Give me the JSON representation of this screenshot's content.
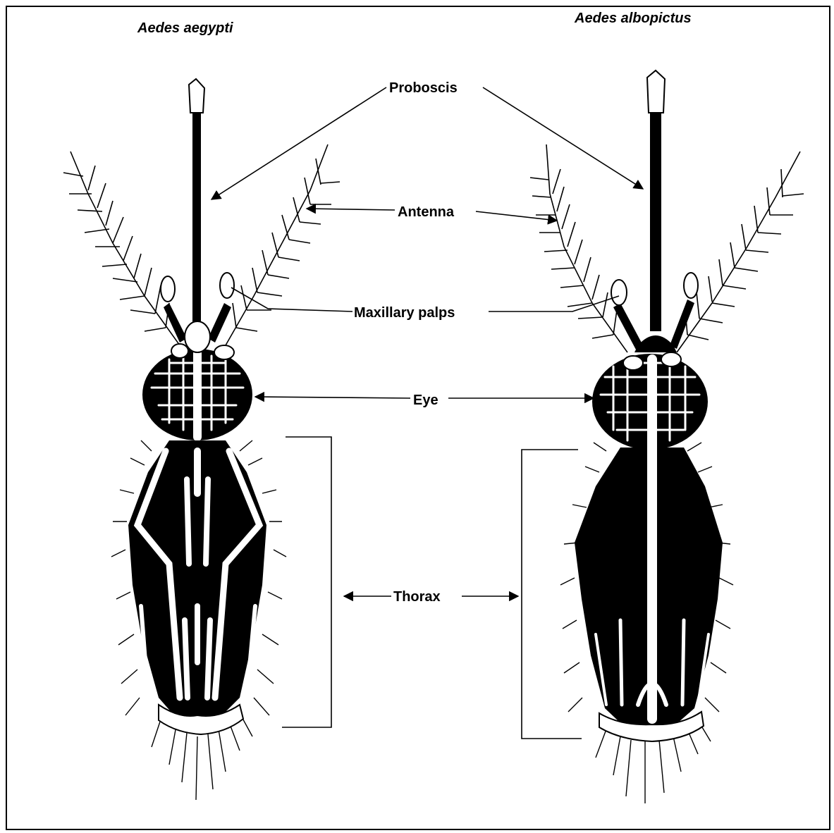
{
  "species": {
    "left": "Aedes aegypti",
    "right": "Aedes albopictus"
  },
  "labels": {
    "proboscis": "Proboscis",
    "antenna": "Antenna",
    "maxillary_palps": "Maxillary palps",
    "eye": "Eye",
    "thorax": "Thorax"
  },
  "colors": {
    "ink": "#000000",
    "paper": "#ffffff"
  }
}
